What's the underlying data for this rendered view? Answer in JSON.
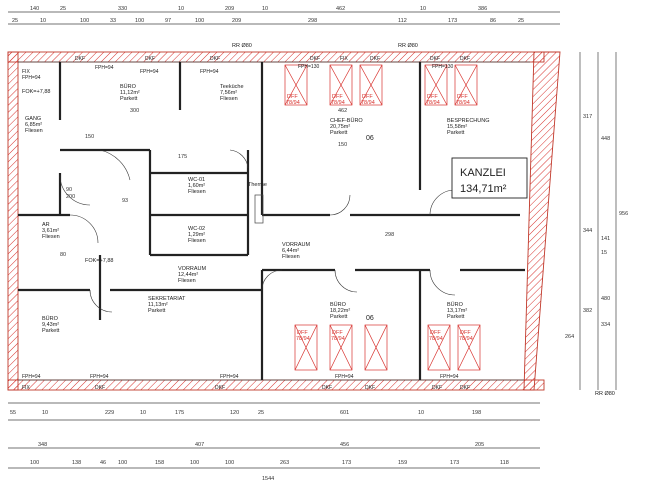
{
  "title": {
    "name": "KANZLEI",
    "area": "134,71m²"
  },
  "rooms": [
    {
      "name": "BÜRO",
      "area": "11,12m²",
      "floor": "Parkett"
    },
    {
      "name": "Teeküche",
      "area": "7,56m²",
      "floor": "Fliesen"
    },
    {
      "name": "CHEF-BÜRO",
      "area": "20,75m²",
      "floor": "Parkett"
    },
    {
      "name": "BESPRECHUNG",
      "area": "15,58m²",
      "floor": "Parkett"
    },
    {
      "name": "GANG",
      "area": "6,85m²",
      "floor": "Fliesen"
    },
    {
      "name": "WC-01",
      "area": "1,60m²",
      "floor": "Fliesen"
    },
    {
      "name": "WC-02",
      "area": "1,29m²",
      "floor": "Fliesen"
    },
    {
      "name": "AR",
      "area": "3,61m²",
      "floor": "Fliesen"
    },
    {
      "name": "VORRAUM",
      "area": "6,44m²",
      "floor": "Fliesen"
    },
    {
      "name": "VORRAUM",
      "area": "12,44m²",
      "floor": "Fliesen"
    },
    {
      "name": "SEKRETARIAT",
      "area": "11,13m²",
      "floor": "Parkett"
    },
    {
      "name": "BÜRO",
      "area": "9,43m²",
      "floor": "Parkett"
    },
    {
      "name": "BÜRO",
      "area": "18,22m²",
      "floor": "Parkett"
    },
    {
      "name": "BÜRO",
      "area": "13,17m²",
      "floor": "Parkett"
    }
  ],
  "labels": {
    "therme": "Therme",
    "fok_a": "FOK=+7,88",
    "fok_b": "FOK=+7,88",
    "rr_left": "RR Ø80",
    "rr_right": "RR Ø80",
    "rr_bottom": "RR Ø80",
    "room_no_a": "06",
    "room_no_b": "06",
    "fix": "FIX",
    "dkf": "DKF",
    "dff": "DFF",
    "dff_size": "78/94",
    "fph_94": "FPH=94",
    "fph_130": "FPH=130"
  },
  "dims": {
    "top_row1": [
      "140",
      "25",
      "330",
      "10",
      "209",
      "10",
      "462",
      "10",
      "386"
    ],
    "top_row2": [
      "25",
      "10",
      "100",
      "33",
      "100",
      "97",
      "100",
      "209",
      "298",
      "112",
      "173",
      "86",
      "25"
    ],
    "bottom_row1": [
      "55",
      "10",
      "229",
      "10",
      "175",
      "120",
      "25",
      "601",
      "10",
      "198"
    ],
    "bottom_row2": [
      "348",
      "407",
      "456",
      "205"
    ],
    "bottom_row3": [
      "100",
      "138",
      "46",
      "100",
      "158",
      "100",
      "100",
      "263",
      "173",
      "159",
      "173",
      "118"
    ],
    "bottom_total": "1544",
    "right": [
      "317",
      "448",
      "344",
      "956",
      "141",
      "15",
      "480",
      "382",
      "334",
      "264"
    ],
    "inner": [
      "300",
      "462",
      "150",
      "175",
      "93",
      "298",
      "200",
      "90",
      "80",
      "150"
    ]
  }
}
